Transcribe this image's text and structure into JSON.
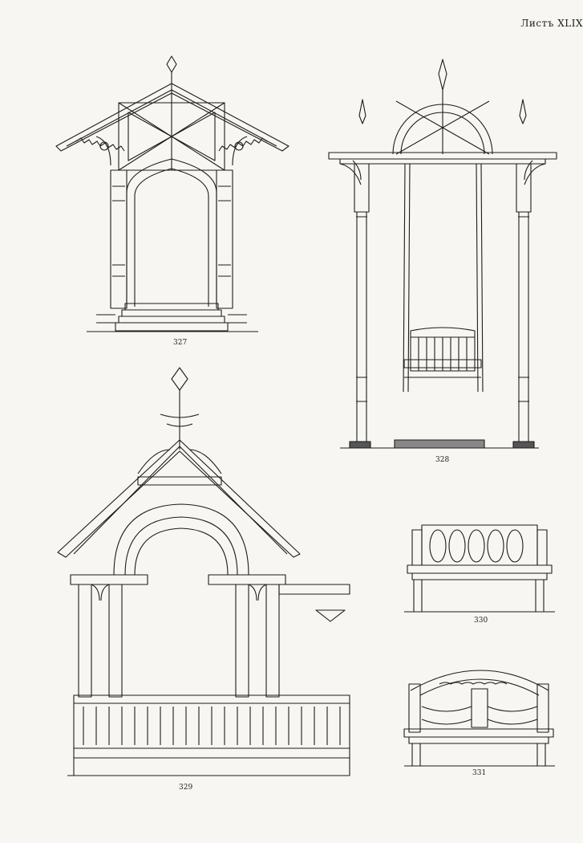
{
  "sheet": {
    "label": "Листъ XLIX"
  },
  "figures": [
    {
      "id": "fig-327",
      "number": "327"
    },
    {
      "id": "fig-328",
      "number": "328"
    },
    {
      "id": "fig-329",
      "number": "329"
    },
    {
      "id": "fig-330",
      "number": "330"
    },
    {
      "id": "fig-331",
      "number": "331"
    }
  ]
}
